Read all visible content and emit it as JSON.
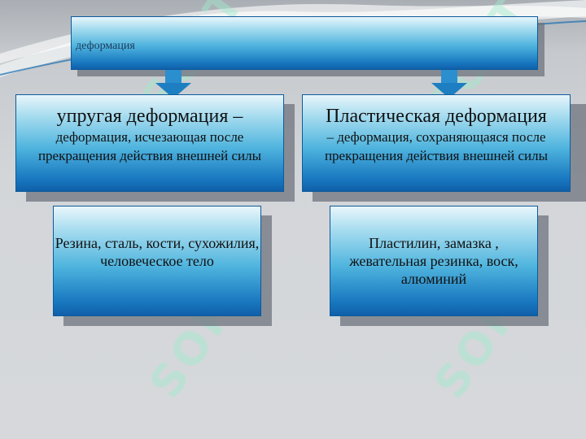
{
  "title": {
    "text": "деформация"
  },
  "elastic": {
    "heading": "упругая деформация –",
    "definition": "деформация, исчезающая после прекращения действия внешней силы",
    "examples": "Резина, сталь, кости, сухожилия, человеческое тело"
  },
  "plastic": {
    "heading": "Пластическая деформация",
    "definition": "– деформация, сохраняющаяся после прекращения действия внешней силы",
    "examples": "Пластилин, замазка , жевательная резинка, воск, алюминий"
  },
  "watermark": "SOFT",
  "colors": {
    "box_top": "#a6dcef",
    "box_bottom": "#1877bf",
    "background": "#d3d6d9"
  }
}
